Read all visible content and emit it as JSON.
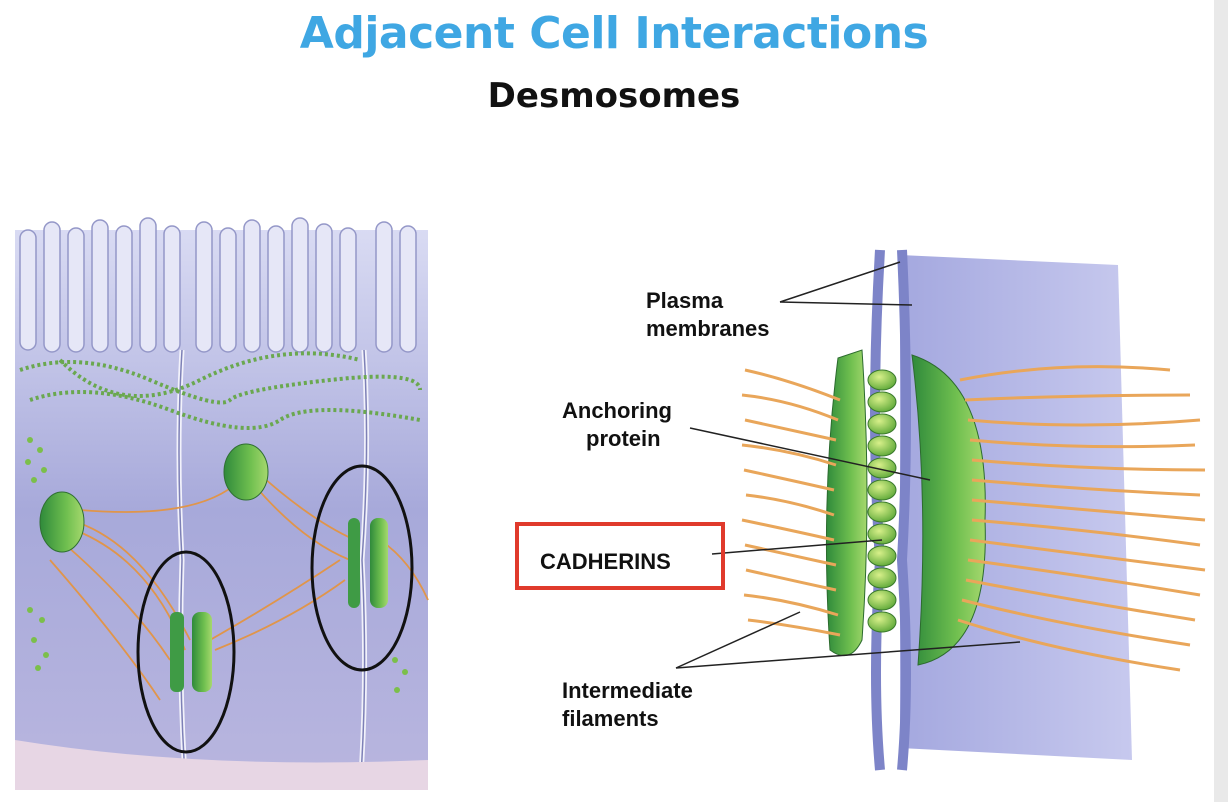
{
  "slide": {
    "title": "Adjacent Cell Interactions",
    "subtitle": "Desmosomes"
  },
  "labels": {
    "plasma_membranes_1": "Plasma",
    "plasma_membranes_2": "membranes",
    "anchoring_protein_1": "Anchoring",
    "anchoring_protein_2": "protein",
    "cadherins": "CADHERINS",
    "intermediate_filaments_1": "Intermediate",
    "intermediate_filaments_2": "filaments"
  },
  "colors": {
    "title": "#3fa7e3",
    "highlight_box": "#e03a2c",
    "filament": "#e9a65a",
    "plaque": "#4caf50",
    "membrane": "#9ea3d6"
  }
}
